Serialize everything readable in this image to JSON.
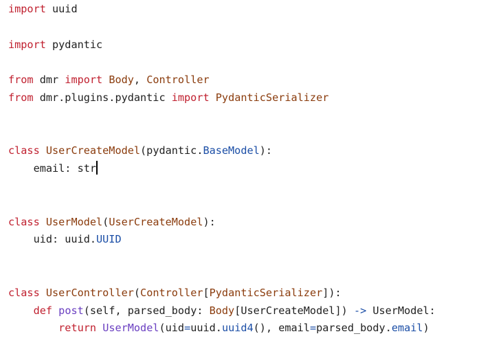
{
  "editor": {
    "language": "python",
    "cursor_line": 9,
    "lines": [
      [
        {
          "t": "import",
          "c": "kw"
        },
        {
          "t": " uuid",
          "c": ""
        }
      ],
      [],
      [
        {
          "t": "import",
          "c": "kw"
        },
        {
          "t": " pydantic",
          "c": ""
        }
      ],
      [],
      [
        {
          "t": "from",
          "c": "kw"
        },
        {
          "t": " dmr ",
          "c": ""
        },
        {
          "t": "import",
          "c": "kw"
        },
        {
          "t": " ",
          "c": ""
        },
        {
          "t": "Body",
          "c": "cls"
        },
        {
          "t": ", ",
          "c": ""
        },
        {
          "t": "Controller",
          "c": "cls"
        }
      ],
      [
        {
          "t": "from",
          "c": "kw"
        },
        {
          "t": " dmr.plugins.pydantic ",
          "c": ""
        },
        {
          "t": "import",
          "c": "kw"
        },
        {
          "t": " ",
          "c": ""
        },
        {
          "t": "PydanticSerializer",
          "c": "cls"
        }
      ],
      [],
      [],
      [
        {
          "t": "class",
          "c": "kw"
        },
        {
          "t": " ",
          "c": ""
        },
        {
          "t": "UserCreateModel",
          "c": "cls"
        },
        {
          "t": "(pydantic.",
          "c": ""
        },
        {
          "t": "BaseModel",
          "c": "attr"
        },
        {
          "t": "):",
          "c": ""
        }
      ],
      [
        {
          "t": "    email: str",
          "c": ""
        }
      ],
      [],
      [],
      [
        {
          "t": "class",
          "c": "kw"
        },
        {
          "t": " ",
          "c": ""
        },
        {
          "t": "UserModel",
          "c": "cls"
        },
        {
          "t": "(",
          "c": ""
        },
        {
          "t": "UserCreateModel",
          "c": "cls"
        },
        {
          "t": "):",
          "c": ""
        }
      ],
      [
        {
          "t": "    uid: uuid.",
          "c": ""
        },
        {
          "t": "UUID",
          "c": "attr"
        }
      ],
      [],
      [],
      [
        {
          "t": "class",
          "c": "kw"
        },
        {
          "t": " ",
          "c": ""
        },
        {
          "t": "UserController",
          "c": "cls"
        },
        {
          "t": "(",
          "c": ""
        },
        {
          "t": "Controller",
          "c": "cls"
        },
        {
          "t": "[",
          "c": ""
        },
        {
          "t": "PydanticSerializer",
          "c": "cls"
        },
        {
          "t": "]):",
          "c": ""
        }
      ],
      [
        {
          "t": "    ",
          "c": ""
        },
        {
          "t": "def",
          "c": "kw"
        },
        {
          "t": " ",
          "c": ""
        },
        {
          "t": "post",
          "c": "fn"
        },
        {
          "t": "(self, parsed_body: ",
          "c": ""
        },
        {
          "t": "Body",
          "c": "cls"
        },
        {
          "t": "[UserCreateModel]) ",
          "c": ""
        },
        {
          "t": "->",
          "c": "op"
        },
        {
          "t": " UserModel:",
          "c": ""
        }
      ],
      [
        {
          "t": "        ",
          "c": ""
        },
        {
          "t": "return",
          "c": "kw"
        },
        {
          "t": " ",
          "c": ""
        },
        {
          "t": "UserModel",
          "c": "fn"
        },
        {
          "t": "(uid",
          "c": ""
        },
        {
          "t": "=",
          "c": "op"
        },
        {
          "t": "uuid.",
          "c": ""
        },
        {
          "t": "uuid4",
          "c": "attr"
        },
        {
          "t": "(), email",
          "c": ""
        },
        {
          "t": "=",
          "c": "op"
        },
        {
          "t": "parsed_body.",
          "c": ""
        },
        {
          "t": "email",
          "c": "attr"
        },
        {
          "t": ")",
          "c": ""
        }
      ]
    ]
  }
}
